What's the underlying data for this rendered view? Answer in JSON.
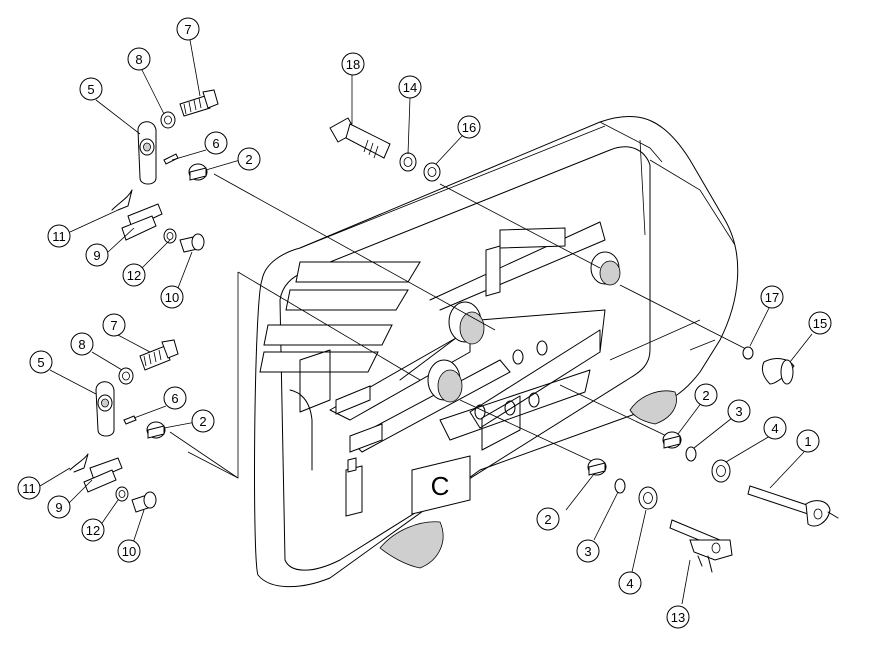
{
  "callouts": [
    {
      "id": "c7a",
      "label": "7"
    },
    {
      "id": "c8a",
      "label": "8"
    },
    {
      "id": "c5a",
      "label": "5"
    },
    {
      "id": "c6a",
      "label": "6"
    },
    {
      "id": "c2a",
      "label": "2"
    },
    {
      "id": "c11a",
      "label": "11"
    },
    {
      "id": "c9a",
      "label": "9"
    },
    {
      "id": "c12a",
      "label": "12"
    },
    {
      "id": "c10a",
      "label": "10"
    },
    {
      "id": "c18",
      "label": "18"
    },
    {
      "id": "c14",
      "label": "14"
    },
    {
      "id": "c16",
      "label": "16"
    },
    {
      "id": "c7b",
      "label": "7"
    },
    {
      "id": "c8b",
      "label": "8"
    },
    {
      "id": "c5b",
      "label": "5"
    },
    {
      "id": "c6b",
      "label": "6"
    },
    {
      "id": "c2b",
      "label": "2"
    },
    {
      "id": "c11b",
      "label": "11"
    },
    {
      "id": "c9b",
      "label": "9"
    },
    {
      "id": "c12b",
      "label": "12"
    },
    {
      "id": "c10b",
      "label": "10"
    },
    {
      "id": "c17",
      "label": "17"
    },
    {
      "id": "c15",
      "label": "15"
    },
    {
      "id": "c2c",
      "label": "2"
    },
    {
      "id": "c3a",
      "label": "3"
    },
    {
      "id": "c4a",
      "label": "4"
    },
    {
      "id": "c1",
      "label": "1"
    },
    {
      "id": "c2d",
      "label": "2"
    },
    {
      "id": "c3b",
      "label": "3"
    },
    {
      "id": "c4b",
      "label": "4"
    },
    {
      "id": "c13",
      "label": "13"
    }
  ],
  "colors": {
    "line": "#000000",
    "background": "#ffffff",
    "shade": "#cfcfcf"
  }
}
